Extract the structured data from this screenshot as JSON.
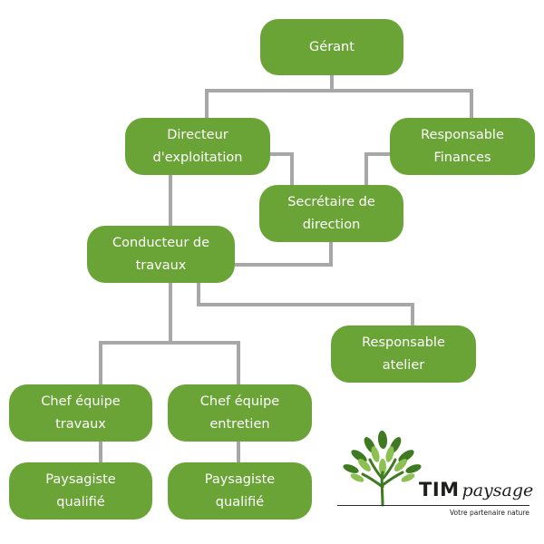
{
  "colors": {
    "node_fill": "#6aa436",
    "connector": "#a7a7a7",
    "text": "#ffffff",
    "leaf_dark": "#3f7a22",
    "leaf_light": "#8cc152"
  },
  "nodes": {
    "gerant": {
      "lines": [
        "Gérant"
      ]
    },
    "directeur": {
      "lines": [
        "Directeur",
        "d'exploitation"
      ]
    },
    "finances": {
      "lines": [
        "Responsable",
        "Finances"
      ]
    },
    "secretaire": {
      "lines": [
        "Secrétaire de",
        "direction"
      ]
    },
    "conducteur": {
      "lines": [
        "Conducteur de",
        "travaux"
      ]
    },
    "atelier": {
      "lines": [
        "Responsable",
        "atelier"
      ]
    },
    "chef_travaux": {
      "lines": [
        "Chef équipe",
        "travaux"
      ]
    },
    "chef_entretien": {
      "lines": [
        "Chef équipe",
        "entretien"
      ]
    },
    "paysagiste_1": {
      "lines": [
        "Paysagiste",
        "qualifié"
      ]
    },
    "paysagiste_2": {
      "lines": [
        "Paysagiste",
        "qualifié"
      ]
    }
  },
  "edges": [
    [
      "gerant",
      "directeur"
    ],
    [
      "gerant",
      "finances"
    ],
    [
      "directeur",
      "secretaire"
    ],
    [
      "finances",
      "secretaire"
    ],
    [
      "directeur",
      "conducteur"
    ],
    [
      "secretaire",
      "conducteur"
    ],
    [
      "conducteur",
      "atelier"
    ],
    [
      "conducteur",
      "chef_travaux"
    ],
    [
      "conducteur",
      "chef_entretien"
    ],
    [
      "chef_travaux",
      "paysagiste_1"
    ],
    [
      "chef_entretien",
      "paysagiste_2"
    ]
  ],
  "logo": {
    "brand": "TIM",
    "brand_suffix": "paysage",
    "tagline": "Votre partenaire nature",
    "icon": "tree-icon"
  }
}
